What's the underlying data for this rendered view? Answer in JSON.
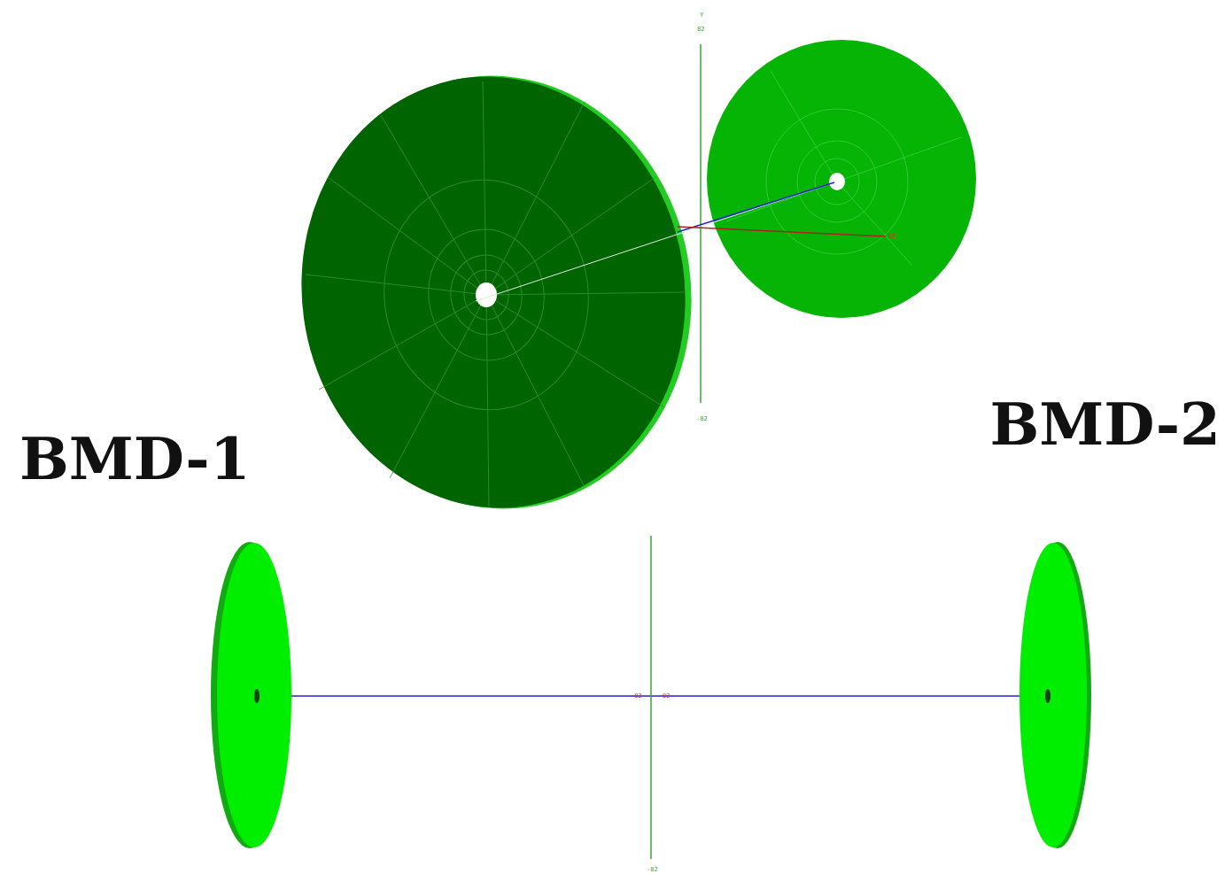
{
  "diagram": {
    "labels": [
      "BMD-1",
      "BMD-2",
      "Y",
      "82",
      "-82",
      "82",
      "-82",
      "82",
      "-82"
    ]
  }
}
